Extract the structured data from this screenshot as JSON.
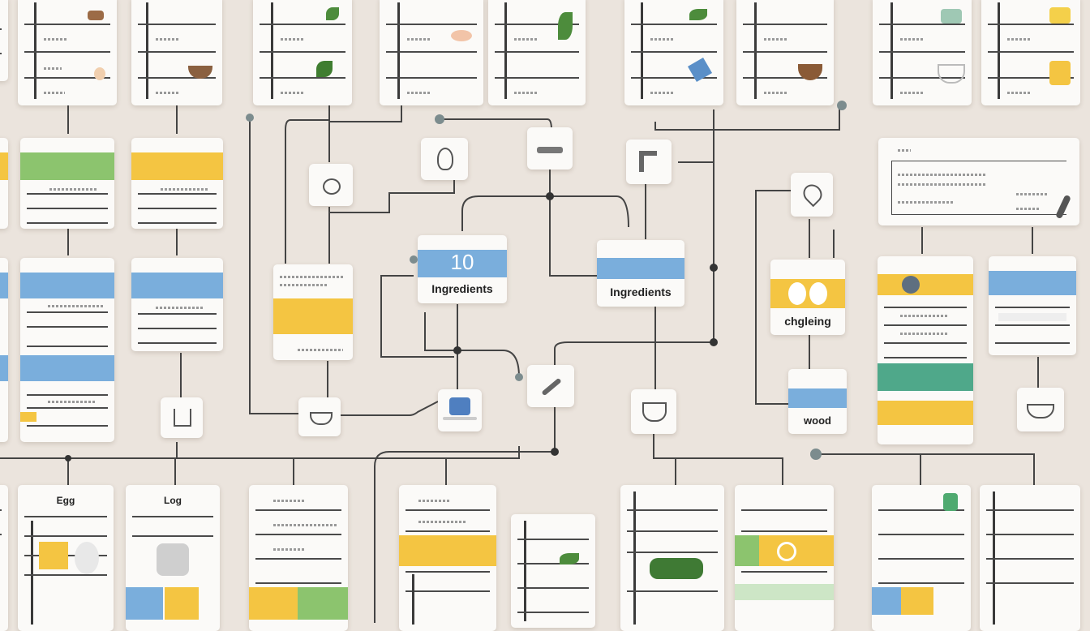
{
  "labels": {
    "ingredients_1": "Ingredients",
    "ingredients_2": "Ingredients",
    "mid_number": "10",
    "right_mid": "chgleing",
    "wood": "wood",
    "egg_1": "Egg",
    "egg_2": "Log"
  },
  "colors": {
    "background": "#ebe4dd",
    "blue": "#7aaedc",
    "yellow": "#f4c542",
    "green": "#8cc46e",
    "teal": "#4fa88a",
    "line": "#444444"
  }
}
